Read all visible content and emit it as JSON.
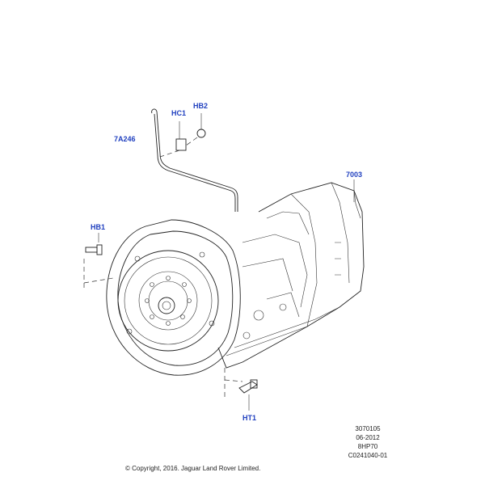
{
  "callouts": {
    "hc1": "HC1",
    "hb2": "HB2",
    "a7a246": "7A246",
    "c7003": "7003",
    "hb1": "HB1",
    "ht1": "HT1"
  },
  "meta": {
    "line1": "3070105",
    "line2": "06-2012",
    "line3": "8HP70",
    "line4": "C0241040-01"
  },
  "copyright": "© Copyright, 2016. Jaguar Land Rover Limited.",
  "colors": {
    "callout": "#1f3fbf",
    "line": "#222222"
  }
}
